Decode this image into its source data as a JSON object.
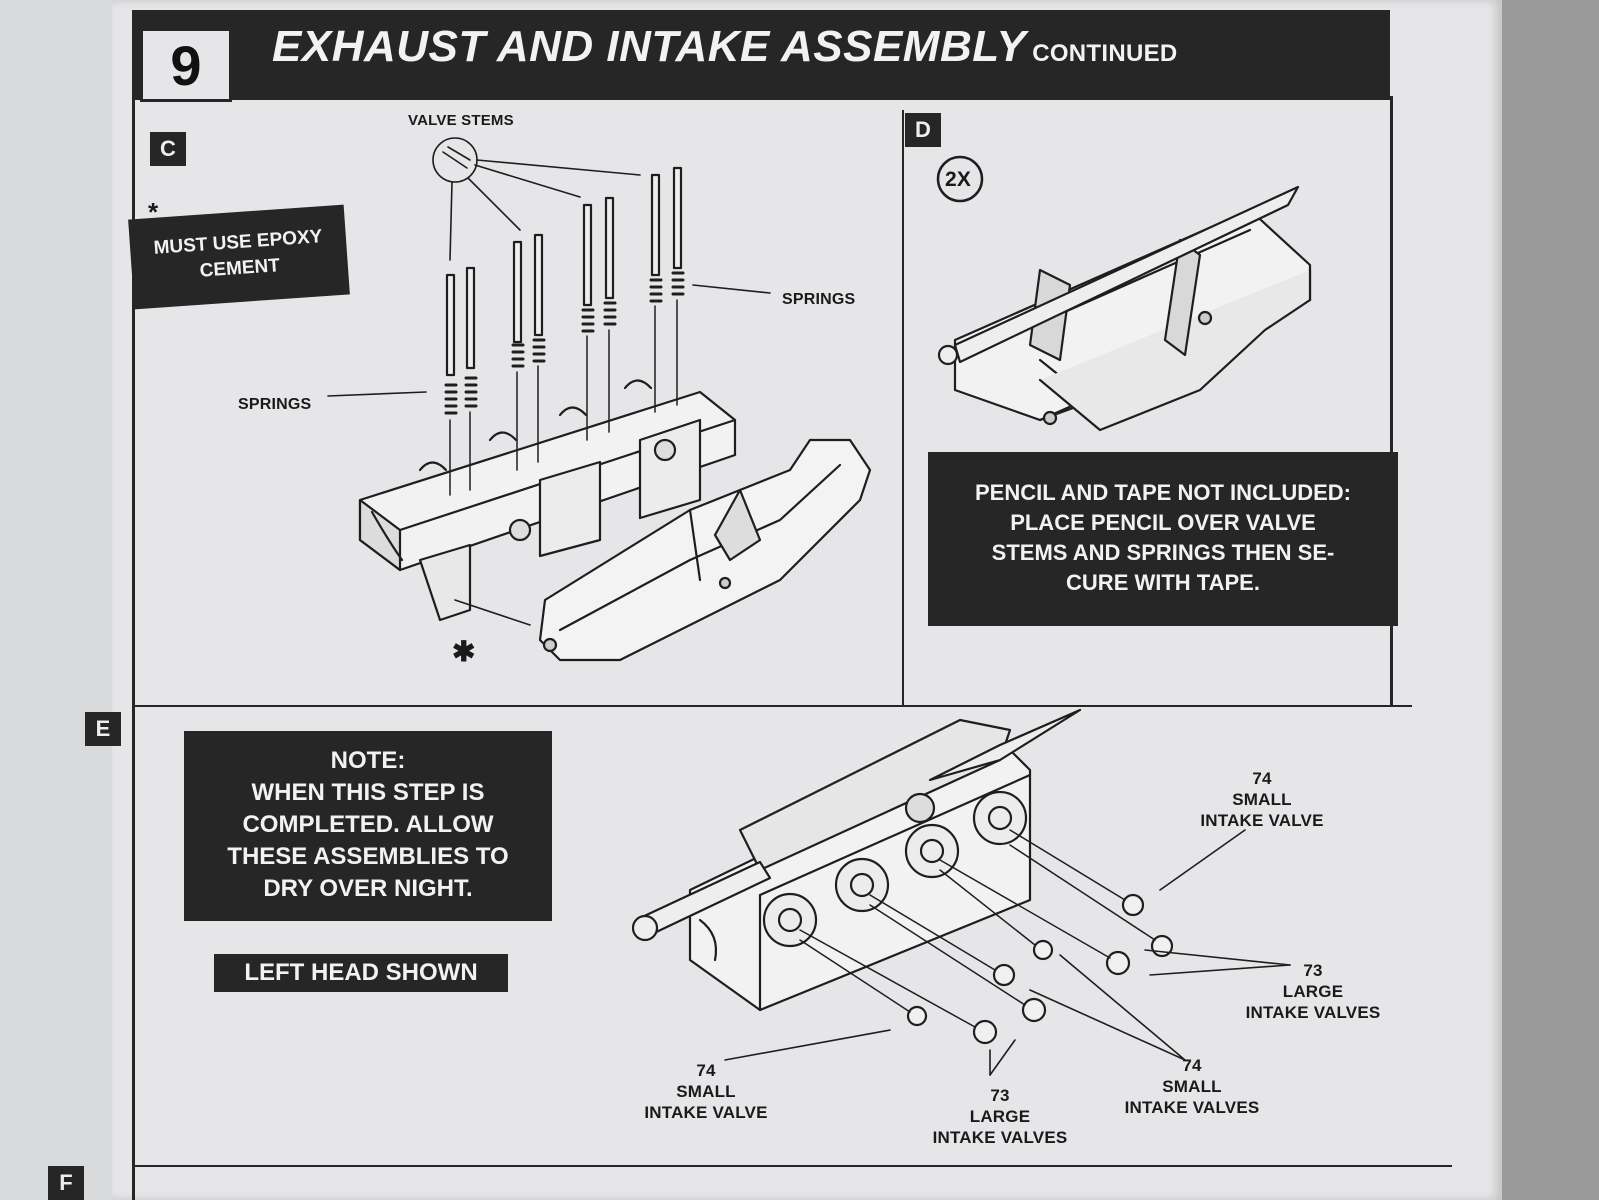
{
  "step": {
    "number": "9",
    "title": "EXHAUST AND INTAKE ASSEMBLY",
    "subtitle": "CONTINUED"
  },
  "panel_c": {
    "letter": "C",
    "asterisk": "*",
    "epoxy_note": [
      "MUST USE EPOXY",
      "CEMENT"
    ],
    "valve_stems_label": "VALVE STEMS",
    "springs_label_right": "SPRINGS",
    "springs_label_left": "SPRINGS",
    "asterisk_bottom": "✱"
  },
  "panel_d": {
    "letter": "D",
    "quantity_badge": "2X",
    "pencil_note": [
      "PENCIL AND TAPE NOT INCLUDED:",
      "PLACE PENCIL OVER VALVE",
      "STEMS AND SPRINGS THEN SE-",
      "CURE WITH TAPE."
    ]
  },
  "panel_e": {
    "letter": "E",
    "note": [
      "NOTE:",
      "WHEN THIS STEP IS",
      "COMPLETED. ALLOW",
      "THESE ASSEMBLIES TO",
      "DRY OVER NIGHT."
    ],
    "left_head_shown": "LEFT HEAD SHOWN",
    "callouts": {
      "top_right": [
        "74",
        "SMALL",
        "INTAKE VALVE"
      ],
      "right": [
        "73",
        "LARGE",
        "INTAKE VALVES"
      ],
      "bottom_center_right": [
        "74",
        "SMALL",
        "INTAKE VALVES"
      ],
      "bottom_center": [
        "73",
        "LARGE",
        "INTAKE VALVES"
      ],
      "bottom_left": [
        "74",
        "SMALL",
        "INTAKE VALVE"
      ]
    }
  },
  "panel_f": {
    "letter": "F"
  }
}
